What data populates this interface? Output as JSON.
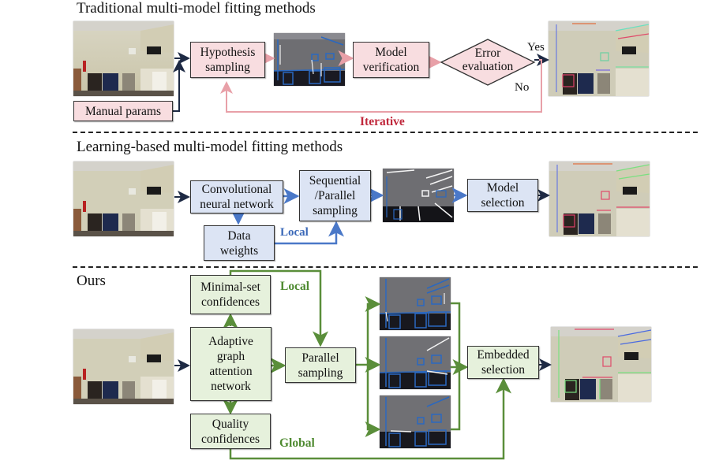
{
  "sections": {
    "traditional": {
      "title": "Traditional  multi-model fitting methods",
      "boxes": {
        "hypothesis": "Hypothesis\nsampling",
        "model_verification": "Model\nverification",
        "error_evaluation": "Error\nevaluation",
        "manual_params": "Manual params"
      },
      "labels": {
        "yes": "Yes",
        "no": "No",
        "iterative": "Iterative"
      },
      "images": [
        "input-photo",
        "hypotheses-overlay",
        "result-photo"
      ]
    },
    "learning": {
      "title": "Learning-based multi-model fitting methods",
      "boxes": {
        "cnn": "Convolutional\nneural network",
        "sampling": "Sequential\n/Parallel\nsampling",
        "data_weights": "Data\nweights",
        "model_selection": "Model\nselection"
      },
      "labels": {
        "local": "Local"
      },
      "images": [
        "input-photo",
        "hypotheses-overlay",
        "result-photo"
      ]
    },
    "ours": {
      "title": "Ours",
      "boxes": {
        "minimal_set": "Minimal-set\nconfidences",
        "agat": "Adaptive\ngraph\nattention\nnetwork",
        "quality": "Quality\nconfidences",
        "parallel": "Parallel\nsampling",
        "embedded": "Embedded\nselection"
      },
      "labels": {
        "local": "Local",
        "global": "Global"
      },
      "images": [
        "input-photo",
        "hypotheses-overlay-1",
        "hypotheses-overlay-2",
        "hypotheses-overlay-3",
        "result-photo"
      ]
    }
  },
  "colors": {
    "pink_fill": "#f8dde0",
    "pink_arrow": "#e8a0a8",
    "iterative_text": "#c0283c",
    "blue_fill": "#dce4f4",
    "blue_arrow": "#4a78c8",
    "local_blue_text": "#3a68b8",
    "green_fill": "#e6f1dc",
    "green_arrow": "#5a8e3a",
    "green_text": "#4e8a30",
    "dark_arrow": "#1e2a44"
  }
}
